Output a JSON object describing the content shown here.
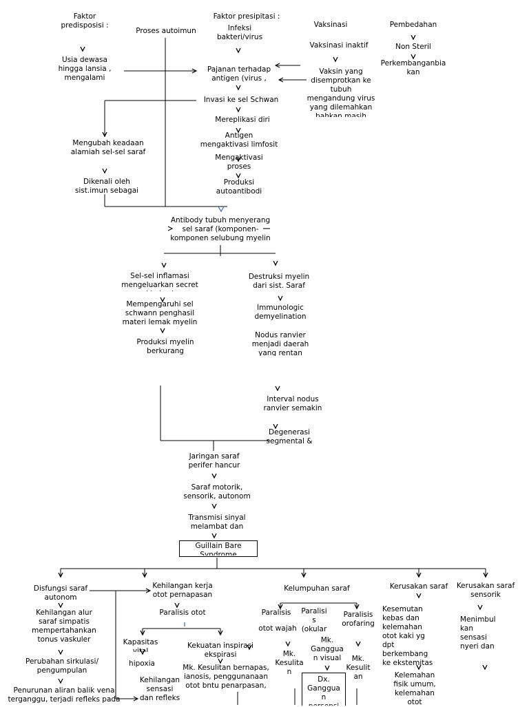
{
  "diagram": {
    "top": {
      "faktor_predisposisi": "Faktor\npredisposisi :",
      "proses_autoimun": "Proses autoimun",
      "faktor_presipitasi": "Faktor presipitasi :",
      "infeksi": "Infeksi\nbakteri/virus",
      "vaksinasi": "Vaksinasi",
      "pembedahan": "Pembedahan",
      "vaksinasi_inaktif": "Vaksinasi inaktif",
      "non_steril": "Non Steril",
      "perkembangan": "Perkembanganbia\nkan",
      "usia": "Usia dewasa\nhingga lansia ,\nmengalami",
      "pajanan": "Pajanan terhadap\nantigen (virus ,",
      "vaksin_yang": "Vaksin yang\ndisemprotkan ke\ntubuh\nmengandung virus\nyang dilemahkan\nbahkan masih"
    },
    "middle": {
      "invasi": "Invasi ke sel Schwan",
      "mereplikasi": "Mereplikasi diri",
      "antigen": "Antigen\nmengaktivasi limfosit",
      "mengaktivasi": "Mengaktivasi\nproses",
      "produksi_auto": "Produksi\nautoantibodi",
      "mengubah": "Mengubah keadaan\nalamiah sel-sel saraf",
      "dikenali": "Dikenali oleh\nsist.imun sebagai",
      "antibody": "Antibody tubuh menyerang\nsel saraf (komponen-\nkomponen selubung myelin"
    },
    "left_branch": {
      "sel_inflamasi": "Sel-sel inflamasi\nmengeluarkan secret\nkimiawi",
      "mempengaruhi": "Mempengaruhi sel\nschwann penghasil\nmateri lemak myelin",
      "produksi_myelin": "Produksi myelin\nberkurang"
    },
    "right_branch": {
      "destruksi": "Destruksi myelin\ndari sist. Saraf",
      "immunologic": "Immunologic\ndemyelination",
      "nodus": "Nodus ranvier\nmenjadi daerah\nyang rentan",
      "interval": "Interval nodus\nranvier semakin",
      "degenerasi": "Degenerasi\nsegmental  &"
    },
    "lower": {
      "jaringan": "Jaringan saraf\nperifer hancur",
      "saraf_motorik": "Saraf motorik,\nsensorik, autonom",
      "transmisi": "Transmisi sinyal\nmelambat dan",
      "gbs": "Guillain Bare\nSyndrome"
    },
    "bottom": {
      "disfungsi": "Disfungsi saraf\nautonom",
      "kehilangan_alur": "Kehilangan alur\nsaraf simpatis\nmempertahankan\ntonus vaskuler",
      "perubahan": "Perubahan sirkulasi/\npengumpulan",
      "penurunan": "Penurunan aliran balik vena\nterganggu, terjadi refleks pada",
      "kehilangan_kerja": "Kehilangan kerja\notot pernapasan",
      "paralisis_otot": "Paralisis otot",
      "kapasitas": "Kapasitas\nvital",
      "hipoxia": "hipoxia",
      "kekuatan": "Kekuatan inspirasi\nekspirasi",
      "mk_kesulitan_bernapas": "Mk. Kesulitan bernapas,\nianosis,  penggunanaan\notot bntu penarpasan,",
      "kehilangan_sensasi": "Kehilangan\nsensasi\ndan refleks",
      "kelumpuhan": "Kelumpuhan saraf",
      "paralisis_1": "Paralisis",
      "paralisis_2": "Paralisi\ns\n(okular",
      "paralisis_3": "Paralisis\norofaring",
      "otot_wajah": "otot wajah",
      "mk_kesulitan_1": "Mk.\nKesulita\nn",
      "mk_gangguan_visual": "Mk.\nGanggua\nn visual",
      "mk_kesulitan_2": "Mk.\nKesulit\nan",
      "dx_gangguan": "Dx.\nGanggua\nn\npersepsi",
      "kerusakan_saraf": "Kerusakan saraf",
      "kesemutan": "Kesemutan\nkebas dan\nkelemahan\notot kaki yg\ndpt\nberkembang\nke ekstemitas",
      "kelemahan_fisik": "Kelemahan\nfisik umum,\nkelemahan\notot",
      "kerusakan_sensorik": "Kerusakan saraf\nsensorik",
      "menimbulkan": "Menimbul\nkan\nsensasi\nnyeri dan"
    }
  }
}
